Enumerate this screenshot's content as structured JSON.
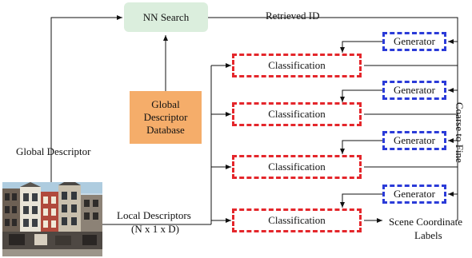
{
  "nodes": {
    "nn_search": "NN Search",
    "database_line1": "Global",
    "database_line2": "Descriptor",
    "database_line3": "Database",
    "classification": [
      "Classification",
      "Classification",
      "Classification",
      "Classification"
    ],
    "generator": [
      "Generator",
      "Generator",
      "Generator",
      "Generator"
    ]
  },
  "labels": {
    "retrieved_id": "Retrieved ID",
    "global_descriptor": "Global Descriptor",
    "local_descriptors_line1": "Local Descriptors",
    "local_descriptors_line2": "(N x 1 x D)",
    "coarse_to_fine": "Coarse to Fine",
    "scene_coord_line1": "Scene Coordinate",
    "scene_coord_line2": "Labels"
  },
  "colors": {
    "classification_border": "#e4262b",
    "generator_border": "#2b3bd8",
    "nn_search_fill": "#dbeedd",
    "database_fill": "#f5ad6a"
  },
  "photo": {
    "subject": "street-facade-photo"
  }
}
